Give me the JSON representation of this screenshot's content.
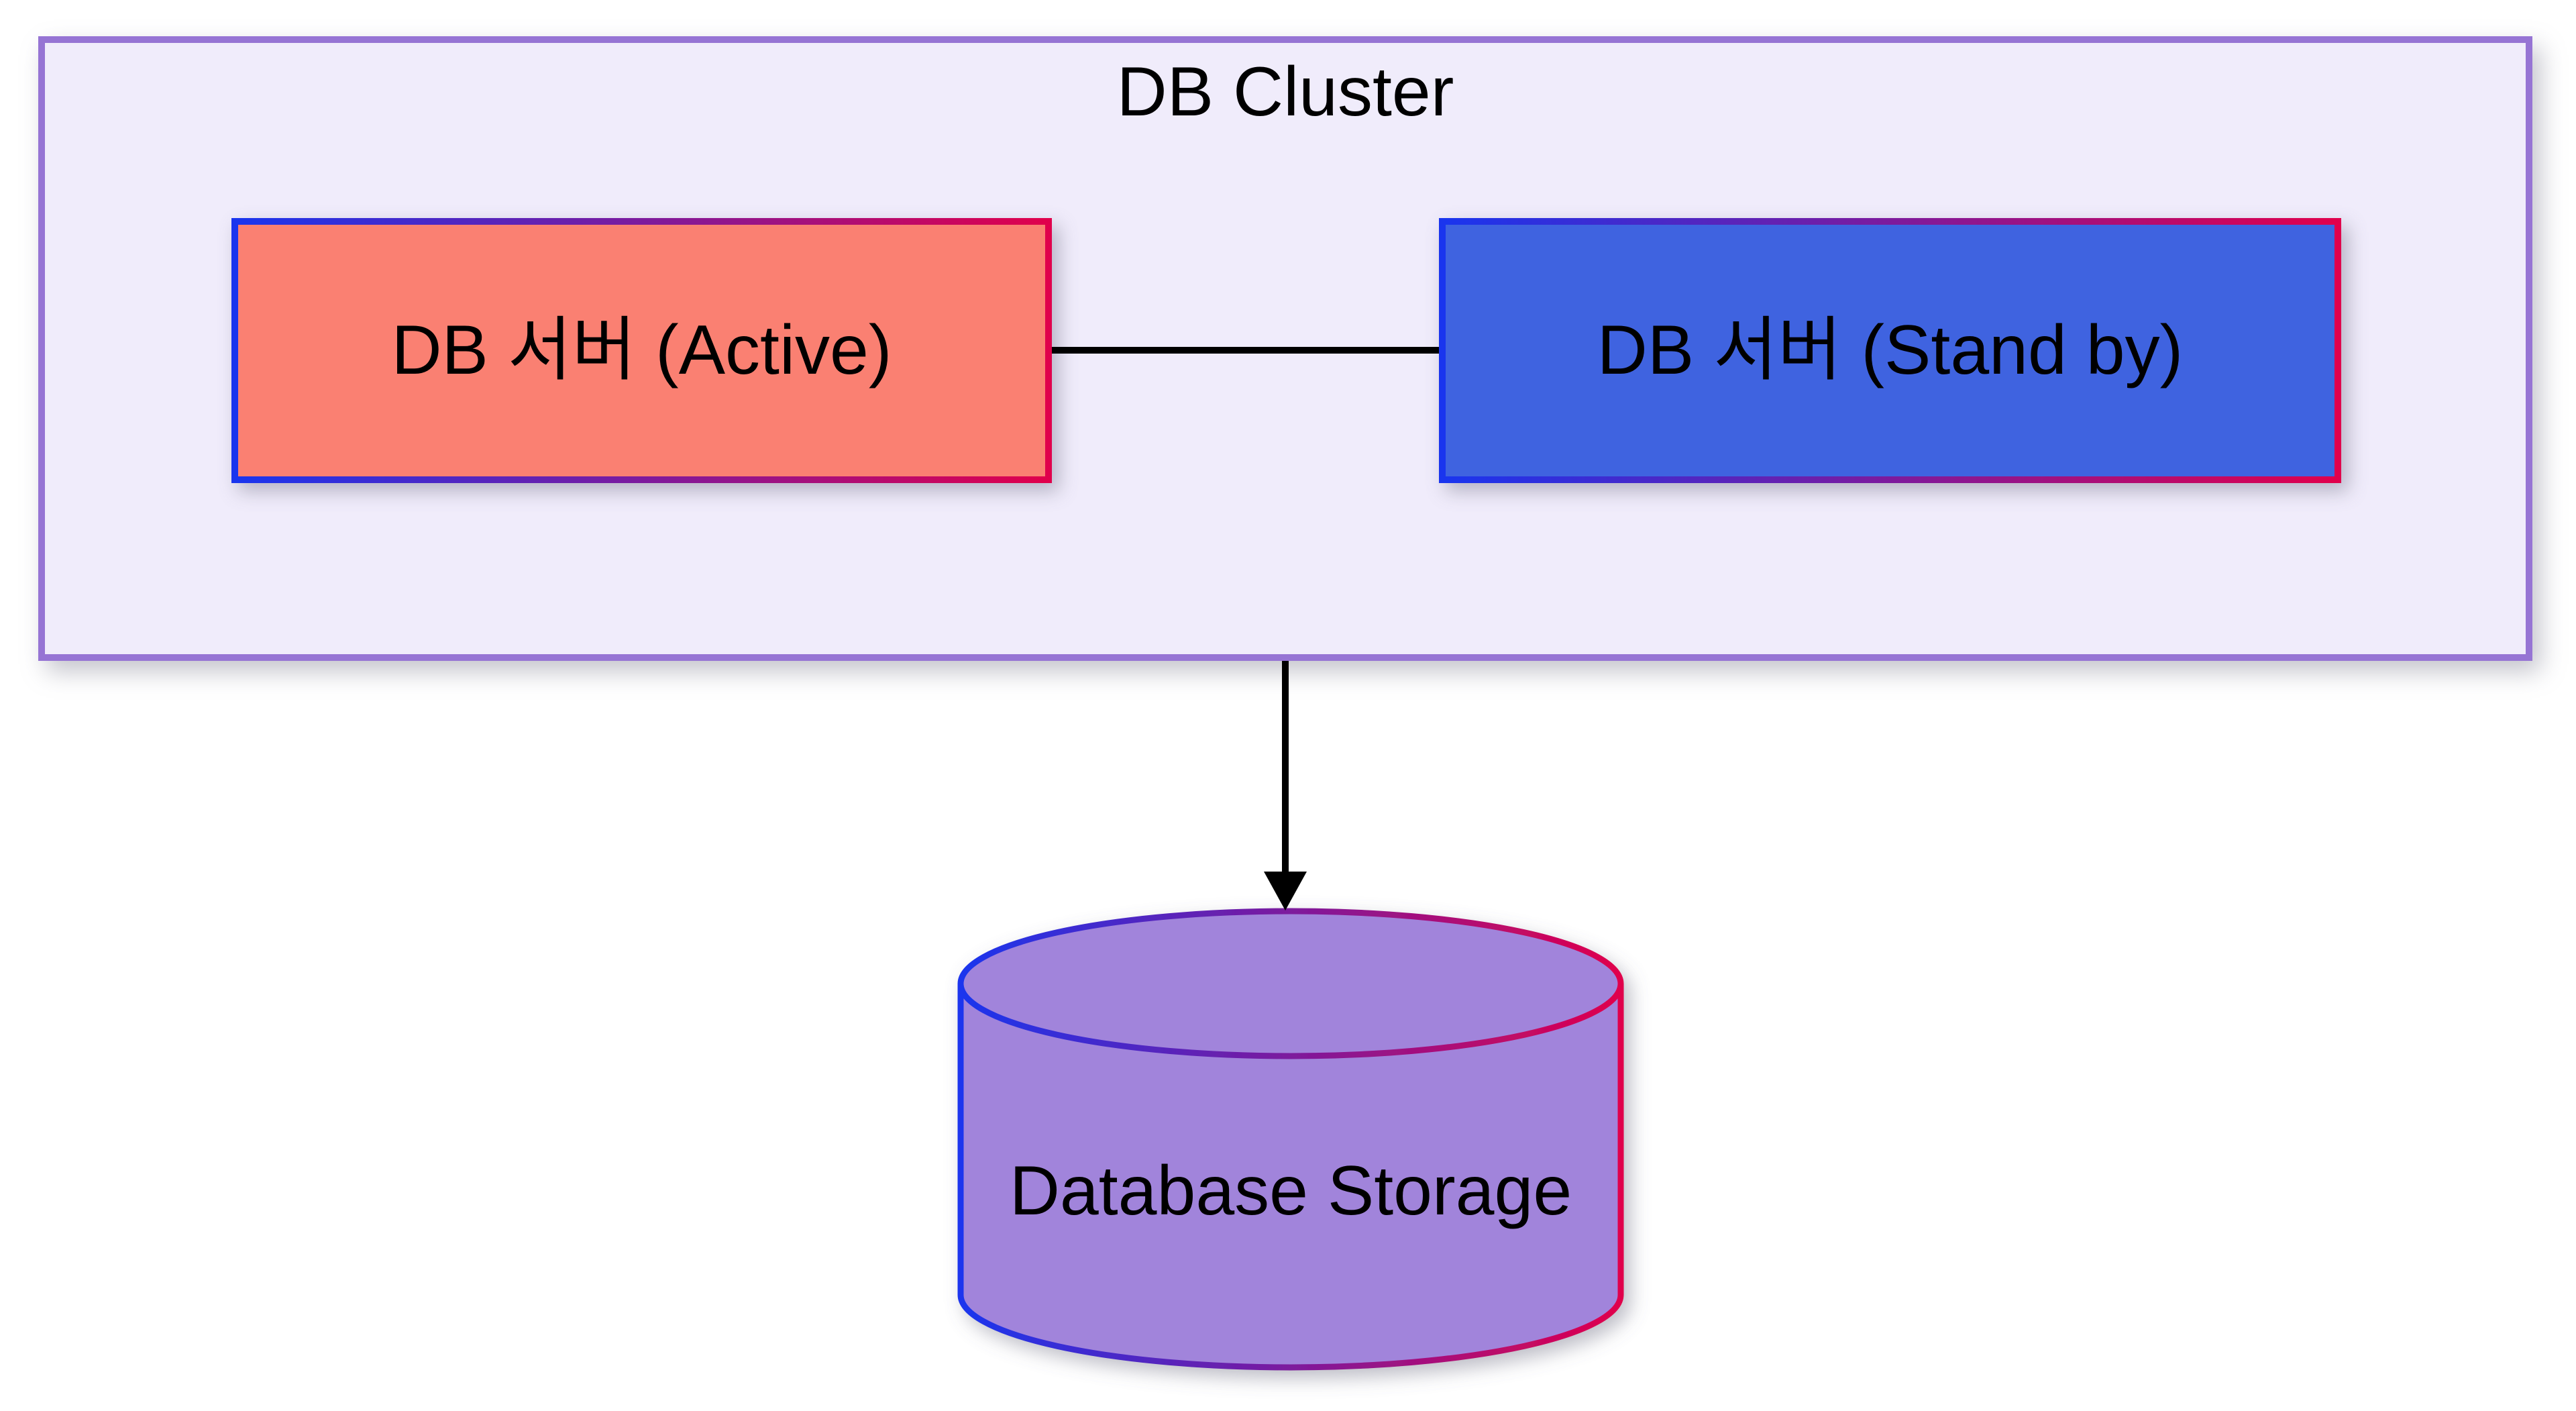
{
  "diagram": {
    "cluster": {
      "title": "DB Cluster"
    },
    "nodes": {
      "active": {
        "label": "DB 서버 (Active)",
        "shape": "rectangle"
      },
      "standby": {
        "label": "DB 서버 (Stand by)",
        "shape": "rectangle"
      },
      "storage": {
        "label": "Database Storage",
        "shape": "cylinder"
      }
    },
    "edges": [
      {
        "from": "DB 서버 (Active)",
        "to": "DB 서버 (Stand by)",
        "type": "line"
      },
      {
        "from": "DB Cluster",
        "to": "Database Storage",
        "type": "arrow"
      }
    ],
    "colors": {
      "canvas_bg": "#FFFFFF",
      "cluster_fill": "#F0ECFB",
      "cluster_border": "#9674D4",
      "active_fill": "#FA8072",
      "standby_fill": "#3F63E0",
      "storage_fill": "#A184DB",
      "edge_color": "#000000",
      "text_color": "#000000",
      "border_gradient_start": "#1A35EE",
      "border_gradient_end": "#E0004C"
    }
  }
}
